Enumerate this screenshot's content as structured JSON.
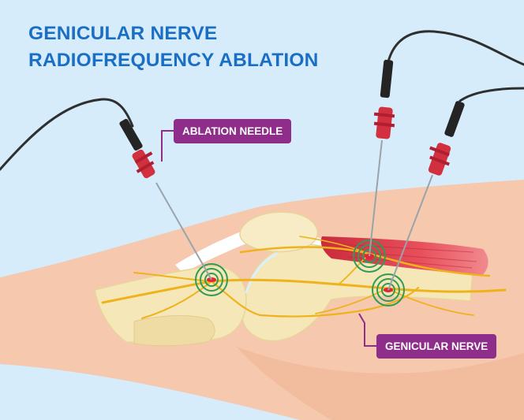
{
  "title": {
    "line1": "GENICULAR NERVE",
    "line2": "RADIOFREQUENCY ABLATION"
  },
  "labels": {
    "ablation_needle": "ABLATION NEEDLE",
    "genicular_nerve": "GENICULAR NERVE"
  },
  "colors": {
    "background": "#d6ecfb",
    "title": "#1a6fc4",
    "label_fill": "#8e2d8a",
    "skin": "#f6c8ae",
    "bone": "#f5e7b8",
    "nerve": "#f0b21a",
    "muscle": "#e23a4a",
    "needle_hub": "#d3303f",
    "ablation_rings": "#2e9b57",
    "cable": "#2f2f2f"
  }
}
